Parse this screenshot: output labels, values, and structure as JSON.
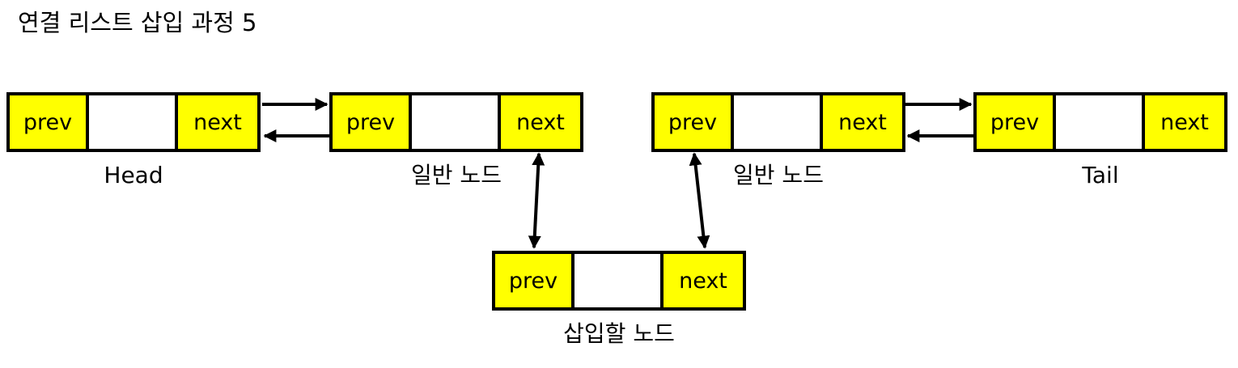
{
  "title": "연결 리스트 삽입 과정 5",
  "nodes": [
    {
      "id": "head",
      "prev": "prev",
      "next": "next",
      "label": "Head"
    },
    {
      "id": "normal-1",
      "prev": "prev",
      "next": "next",
      "label": "일반 노드"
    },
    {
      "id": "normal-2",
      "prev": "prev",
      "next": "next",
      "label": "일반 노드"
    },
    {
      "id": "tail",
      "prev": "prev",
      "next": "next",
      "label": "Tail"
    },
    {
      "id": "insert",
      "prev": "prev",
      "next": "next",
      "label": "삽입할 노드"
    }
  ],
  "links": [
    {
      "from": "head.next",
      "to": "normal-1.prev",
      "direction": "forward"
    },
    {
      "from": "normal-1.prev",
      "to": "head.next",
      "direction": "backward"
    },
    {
      "from": "normal-2.next",
      "to": "tail.prev",
      "direction": "forward"
    },
    {
      "from": "tail.prev",
      "to": "normal-2.next",
      "direction": "backward"
    },
    {
      "from": "normal-1.next",
      "to": "insert.prev",
      "direction": "bidirectional"
    },
    {
      "from": "normal-2.prev",
      "to": "insert.next",
      "direction": "bidirectional"
    }
  ],
  "colors": {
    "pointer_cell": "#ffff00",
    "data_cell": "#ffffff",
    "border": "#000000"
  }
}
